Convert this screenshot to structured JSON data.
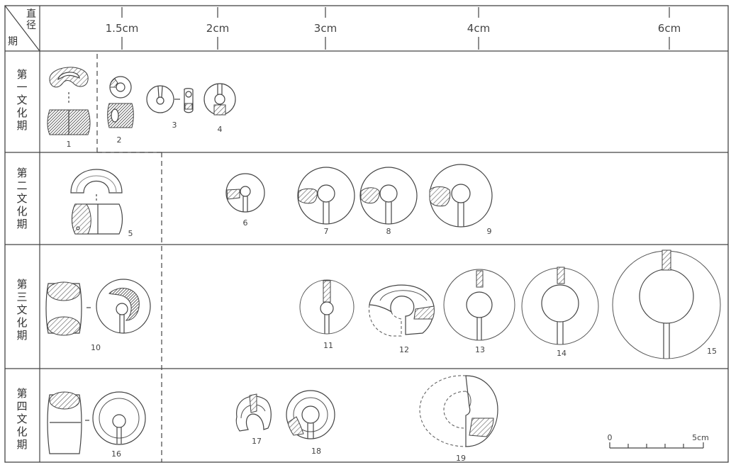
{
  "header": {
    "diameter_label": "直径",
    "period_label": "期",
    "ticks": [
      "1.5cm",
      "2cm",
      "3cm",
      "4cm",
      "6cm"
    ]
  },
  "rows": [
    {
      "label": "第一文化期",
      "numbers": [
        "1",
        "2",
        "3",
        "4"
      ]
    },
    {
      "label": "第二文化期",
      "numbers": [
        "5",
        "6",
        "7",
        "8",
        "9"
      ]
    },
    {
      "label": "第三文化期",
      "numbers": [
        "10",
        "11",
        "12",
        "13",
        "14",
        "15"
      ]
    },
    {
      "label": "第四文化期",
      "numbers": [
        "16",
        "17",
        "18",
        "19"
      ]
    }
  ],
  "scale_bar": {
    "start": "0",
    "end": "5cm"
  }
}
